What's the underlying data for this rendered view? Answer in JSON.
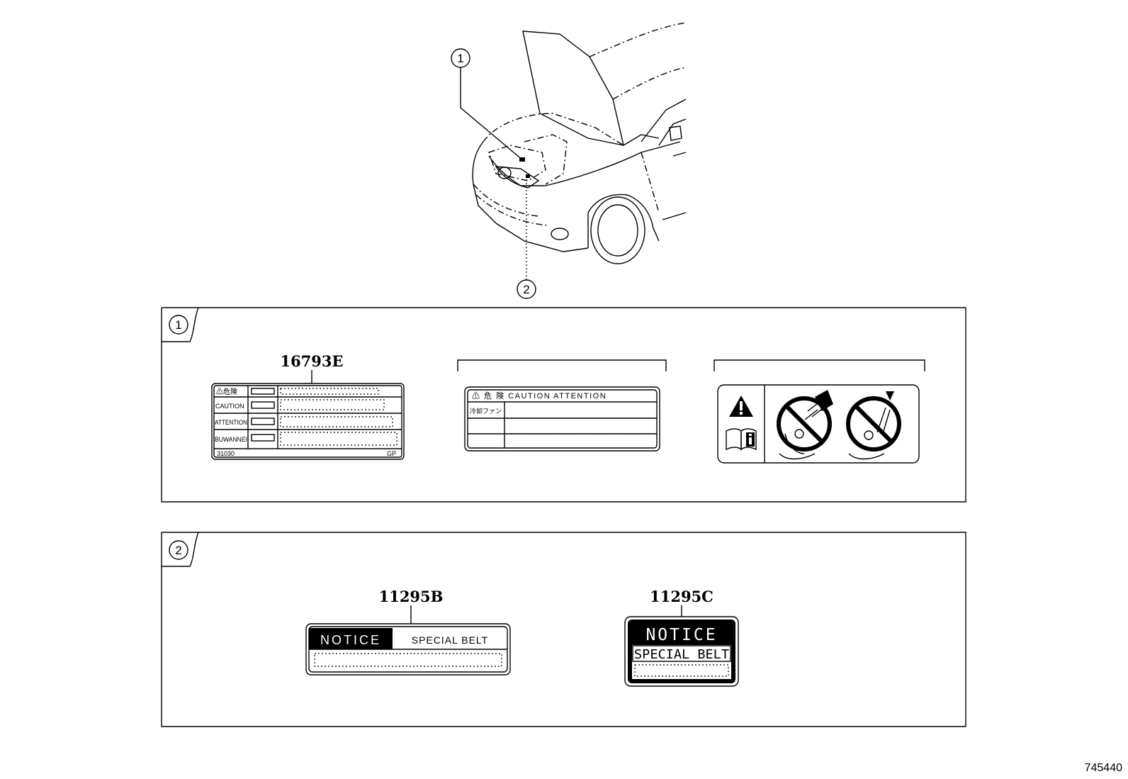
{
  "diagram": {
    "callouts": [
      "1",
      "2"
    ],
    "section_1": {
      "marker": "1",
      "label_a": {
        "part_number": "16793E",
        "row1_glyph": "⚠危険",
        "row2": "CAUTION",
        "row3": "ATTENTION",
        "row4": "BUWANNEI",
        "footer_left": "31030",
        "footer_right": "GP"
      },
      "label_b": {
        "header": "⚠ 危 険   CAUTION   ATTENTION",
        "row1": "冷却ファン"
      },
      "label_c": {
        "icons": [
          "warning-triangle-icon",
          "manual-info-icon",
          "no-hand-fan-icon",
          "no-tool-fan-icon"
        ]
      }
    },
    "section_2": {
      "marker": "2",
      "label_d": {
        "part_number": "11295B",
        "notice": "NOTICE",
        "text": "SPECIAL BELT"
      },
      "label_e": {
        "part_number": "11295C",
        "notice": "NOTICE",
        "text": "SPECIAL BELT"
      }
    },
    "reference_number": "745440"
  }
}
